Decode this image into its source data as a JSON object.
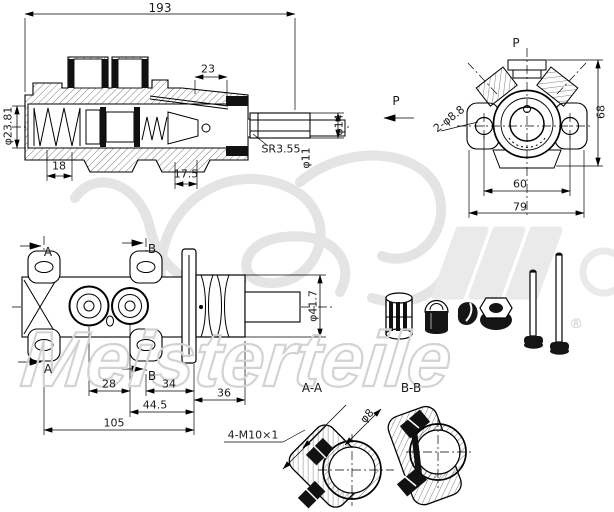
{
  "watermark": {
    "brand": "Meisterteile",
    "reg": "®"
  },
  "labels": {
    "overall_length": "193",
    "port_offset": "23",
    "bore_dia": "φ23.81",
    "spring_len": "18",
    "depth": "17.5",
    "sphere_radius": "SR3.55",
    "tip_dia": "φ11",
    "rod_dia": "φ14",
    "view_p_arrow": "P",
    "view_p_title": "P",
    "mount_holes": "2-φ8.8",
    "flange_height": "68",
    "hole_spacing": "60",
    "flange_width": "79",
    "section_a": "A",
    "section_b": "B",
    "dim_28": "28",
    "dim_34": "34",
    "dim_36": "36",
    "dim_44_5": "44.5",
    "dim_105": "105",
    "body_dia": "φ41.7",
    "section_aa": "A-A",
    "section_bb": "B-B",
    "thread_ports": "4-M10×1",
    "port_dia": "φ8"
  }
}
